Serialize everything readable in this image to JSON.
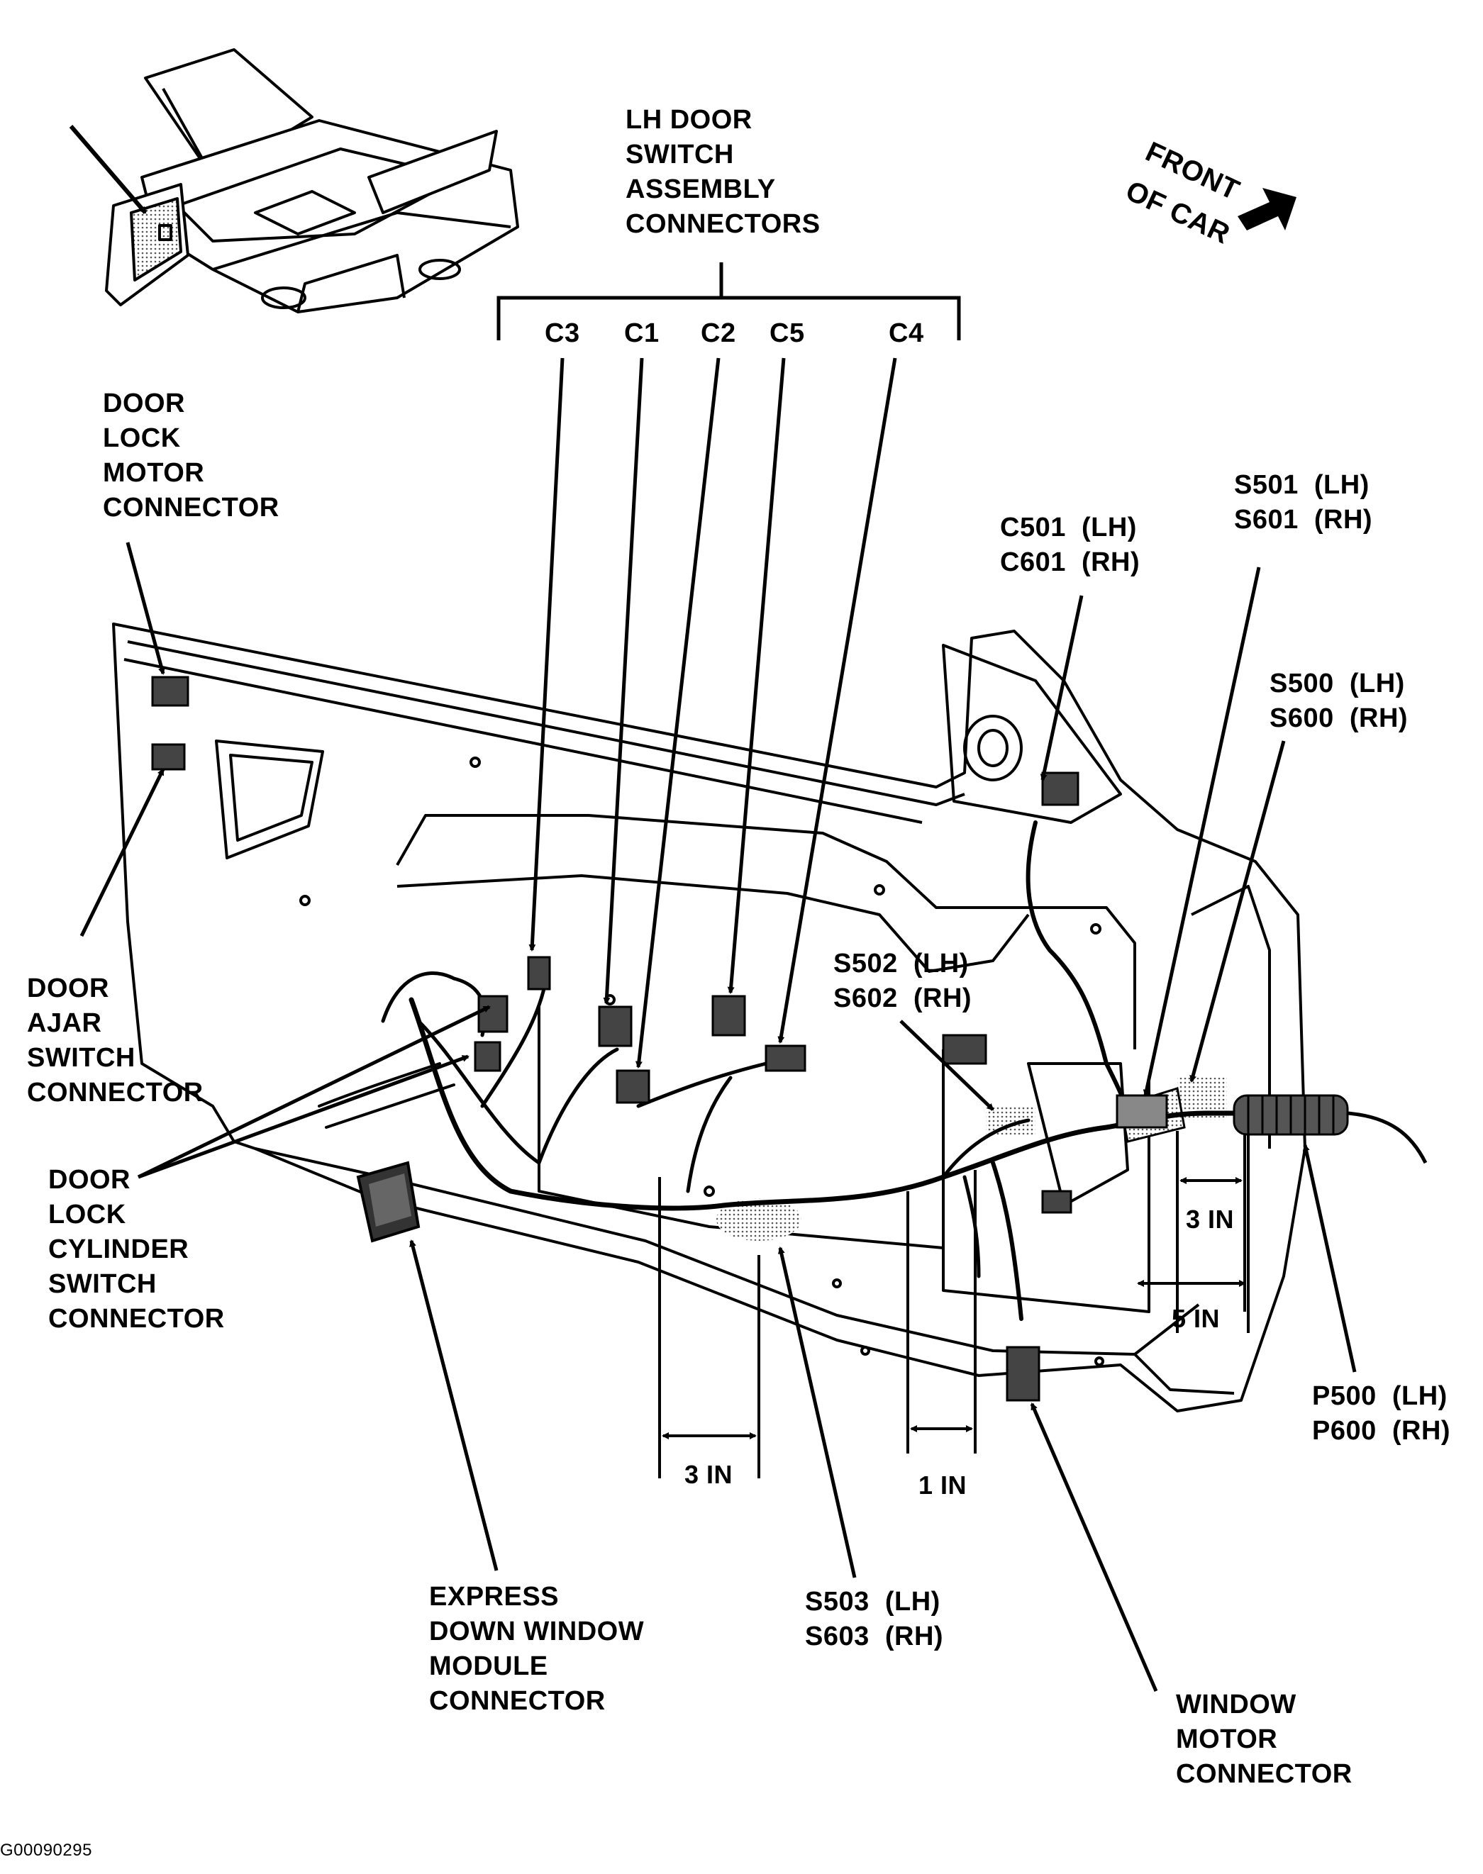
{
  "labels": {
    "lh_door_switch": "LH DOOR\nSWITCH\nASSEMBLY\nCONNECTORS",
    "front_of_car_1": "FRONT",
    "front_of_car_2": "OF CAR",
    "c3": "C3",
    "c1": "C1",
    "c2": "C2",
    "c5": "C5",
    "c4": "C4",
    "door_lock_motor": "DOOR\nLOCK\nMOTOR\nCONNECTOR",
    "c501": "C501  (LH)\nC601  (RH)",
    "s501": "S501  (LH)\nS601  (RH)",
    "s500": "S500  (LH)\nS600  (RH)",
    "door_ajar": "DOOR\nAJAR\nSWITCH\nCONNECTOR",
    "s502": "S502  (LH)\nS602  (RH)",
    "door_lock_cylinder": "DOOR\nLOCK\nCYLINDER\nSWITCH\nCONNECTOR",
    "dim_3in_right": "3 IN",
    "dim_5in": "5 IN",
    "p500": "P500  (LH)\nP600  (RH)",
    "dim_3in_bottom": "3 IN",
    "dim_1in": "1 IN",
    "express_down": "EXPRESS\nDOWN WINDOW\nMODULE\nCONNECTOR",
    "s503": "S503  (LH)\nS603  (RH)",
    "window_motor": "WINDOW\nMOTOR\nCONNECTOR",
    "figure_id": "G00090295"
  }
}
